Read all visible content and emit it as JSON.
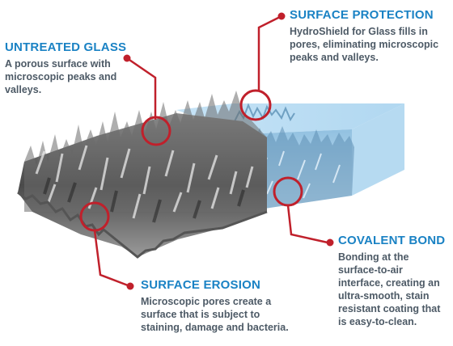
{
  "labels": {
    "untreated": {
      "title": "UNTREATED GLASS",
      "body": "A porous surface with microscopic peaks and valleys."
    },
    "protection": {
      "title": "SURFACE PROTECTION",
      "body": "HydroShield for Glass fills in pores, eliminating microscopic peaks and valleys."
    },
    "covalent": {
      "title": "COVALENT BOND",
      "body": "Bonding at the surface-to-air interface, creating an ultra-smooth, stain resistant coating that is easy-to-clean."
    },
    "erosion": {
      "title": "SURFACE EROSION",
      "body": "Microscopic pores create a surface that is subject to staining, damage and bacteria."
    }
  },
  "colors": {
    "callout": "#c0202b",
    "title": "#1a82c4",
    "body": "#4d5a66",
    "coating": "#9fd0ee"
  }
}
